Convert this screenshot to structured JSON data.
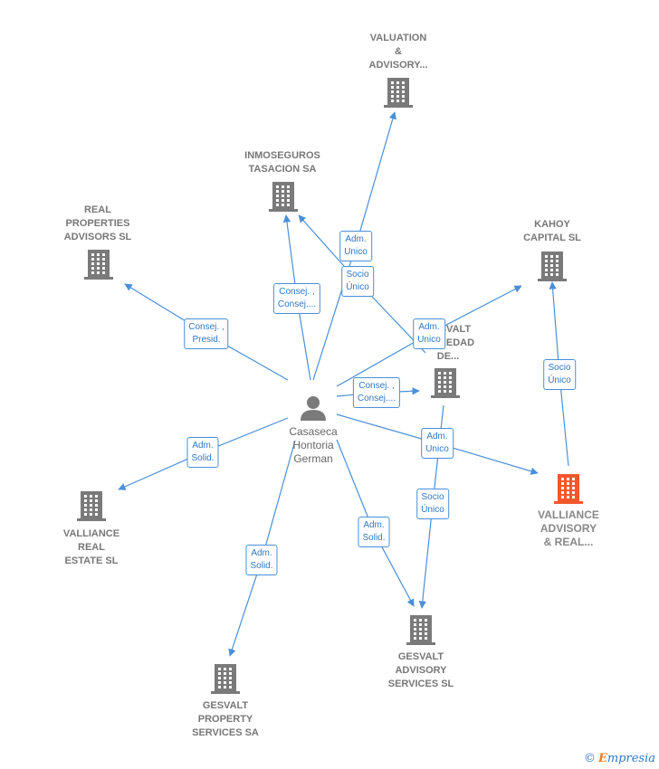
{
  "colors": {
    "edge": "#4a8fd9",
    "building": "#7a7a7a",
    "highlight": "#f0582b",
    "person": "#7a7a7a"
  },
  "nodes": [
    {
      "id": "valuation",
      "label": "VALUATION\n&\nADVISORY...",
      "icon": "building-icon"
    },
    {
      "id": "inmoseguros",
      "label": "INMOSEGUROS\nTASACION SA",
      "icon": "building-icon"
    },
    {
      "id": "real-properties",
      "label": "REAL\nPROPERTIES\nADVISORS SL",
      "icon": "building-icon"
    },
    {
      "id": "kahoy",
      "label": "KAHOY\nCAPITAL  SL",
      "icon": "building-icon"
    },
    {
      "id": "gesvalt-sociedad",
      "label": "GESVALT\nSOCIEDAD\nDE...",
      "icon": "building-icon"
    },
    {
      "id": "valliance-advisory",
      "label": "VALLIANCE\nADVISORY\n& REAL...",
      "icon": "building-icon",
      "highlight": true
    },
    {
      "id": "valliance-real-estate",
      "label": "VALLIANCE\nREAL\nESTATE SL",
      "icon": "building-icon"
    },
    {
      "id": "gesvalt-advisory",
      "label": "GESVALT\nADVISORY\nSERVICES  SL",
      "icon": "building-icon"
    },
    {
      "id": "gesvalt-property",
      "label": "GESVALT\nPROPERTY\nSERVICES SA",
      "icon": "building-icon"
    }
  ],
  "person": {
    "label": "Casaseca\nHontoria\nGerman",
    "icon": "person-icon"
  },
  "edges": [
    {
      "label": "Adm.\nUnico"
    },
    {
      "label": "Socio\nÚnico"
    },
    {
      "label": "Consej. ,\nConsej...."
    },
    {
      "label": "Consej. ,\nPresid."
    },
    {
      "label": "Adm.\nUnico"
    },
    {
      "label": "Consej. ,\nConsej...."
    },
    {
      "label": "Adm.\nUnico"
    },
    {
      "label": "Socio\nÚnico"
    },
    {
      "label": "Adm.\nSolid."
    },
    {
      "label": "Adm.\nSolid."
    },
    {
      "label": "Adm.\nSolid."
    },
    {
      "label": "Socio\nÚnico"
    }
  ],
  "brand": {
    "copyright": "©",
    "first_letter": "E",
    "rest": "mpresia"
  }
}
